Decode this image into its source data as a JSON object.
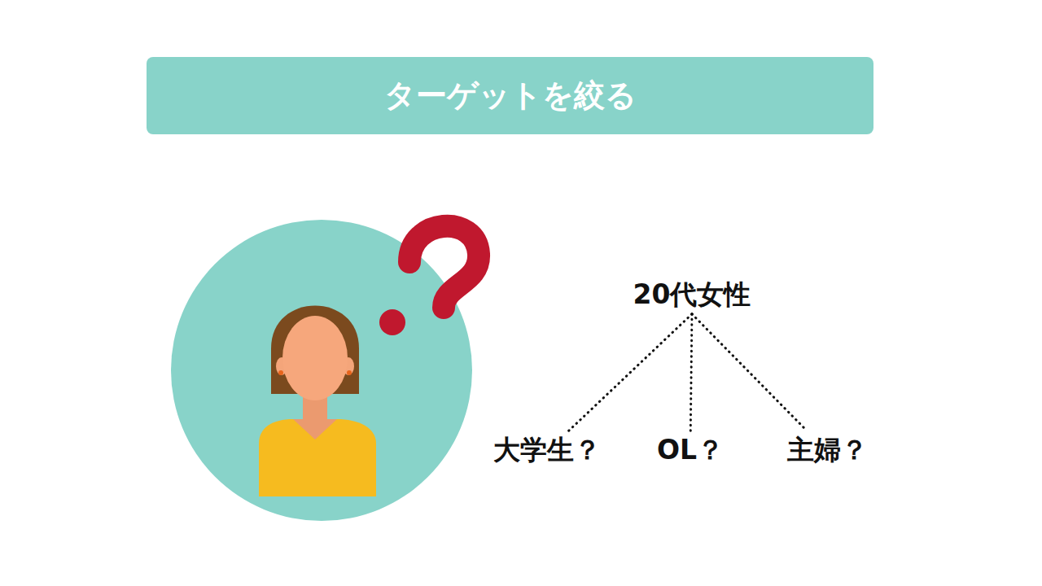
{
  "diagram": {
    "title": "ターゲットを絞る",
    "nodes": [
      {
        "text": [
          "20代女性"
        ]
      },
      {
        "text": [
          "大学生？"
        ]
      },
      {
        "text": [
          "OL？"
        ]
      },
      {
        "text": [
          "主婦？"
        ]
      }
    ],
    "edges": [
      {
        "from": 0,
        "to": 1,
        "arrow": "none"
      },
      {
        "from": 0,
        "to": 2,
        "arrow": "none"
      },
      {
        "from": 0,
        "to": 3,
        "arrow": "none"
      }
    ]
  }
}
